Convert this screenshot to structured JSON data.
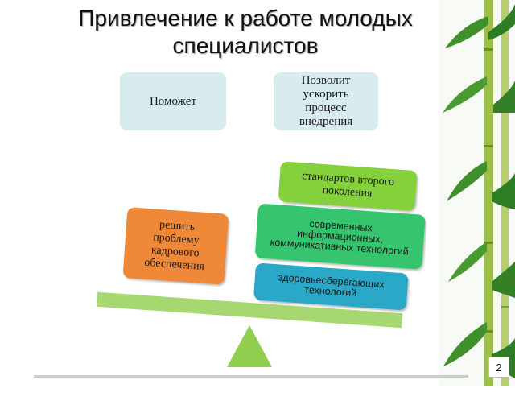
{
  "slide": {
    "title": "Привлечение к работе молодых специалистов",
    "box_help": "Поможет",
    "box_allow": "Позволит ускорить процесс внедрения",
    "box_standards": "стандартов второго поколения",
    "box_ict": "современных информационных, коммуникативных технологий",
    "box_health": "здоровьесберегающих технологий",
    "box_solve": "решить проблему кадрового обеспечения",
    "page_number": "2"
  },
  "colors": {
    "top_box": "#d8ecef",
    "standards_box": "#84d13c",
    "ict_box": "#36c46e",
    "health_box": "#2aa8c8",
    "solve_box": "#f0883a",
    "beam": "#a6d771",
    "fulcrum": "#8fce4f"
  }
}
